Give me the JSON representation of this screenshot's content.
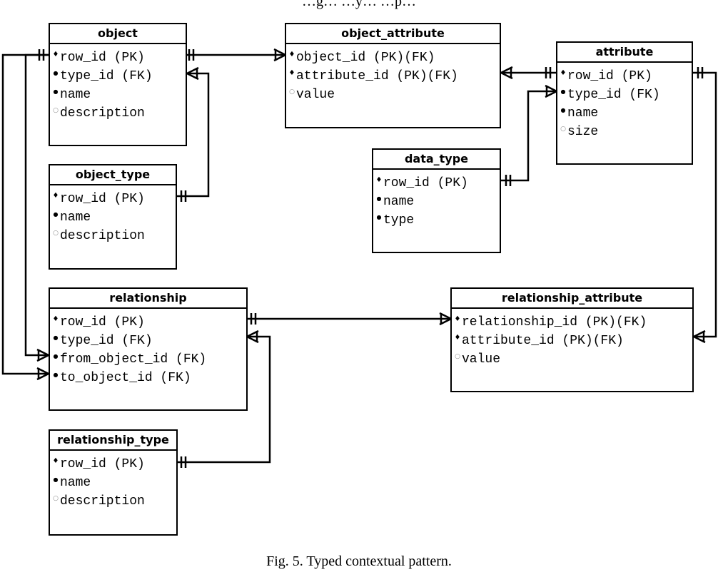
{
  "top_text": "…g… …y… …p…",
  "caption": "Fig. 5. Typed contextual pattern.",
  "markers": {
    "pk": "♦",
    "required": "●",
    "optional": "○"
  },
  "entities": [
    {
      "id": "object",
      "name": "object",
      "fields": [
        {
          "text": "row_id (PK)",
          "kind": "pk"
        },
        {
          "text": "type_id (FK)",
          "kind": "required"
        },
        {
          "text": "name",
          "kind": "required"
        },
        {
          "text": "description",
          "kind": "optional"
        }
      ]
    },
    {
      "id": "object_type",
      "name": "object_type",
      "fields": [
        {
          "text": "row_id (PK)",
          "kind": "pk"
        },
        {
          "text": "name",
          "kind": "required"
        },
        {
          "text": "description",
          "kind": "optional"
        }
      ]
    },
    {
      "id": "object_attribute",
      "name": "object_attribute",
      "fields": [
        {
          "text": "object_id (PK)(FK)",
          "kind": "pk"
        },
        {
          "text": "attribute_id (PK)(FK)",
          "kind": "pk"
        },
        {
          "text": "value",
          "kind": "optional"
        }
      ]
    },
    {
      "id": "attribute",
      "name": "attribute",
      "fields": [
        {
          "text": "row_id (PK)",
          "kind": "pk"
        },
        {
          "text": "type_id (FK)",
          "kind": "required"
        },
        {
          "text": "name",
          "kind": "required"
        },
        {
          "text": "size",
          "kind": "optional"
        }
      ]
    },
    {
      "id": "data_type",
      "name": "data_type",
      "fields": [
        {
          "text": "row_id (PK)",
          "kind": "pk"
        },
        {
          "text": "name",
          "kind": "required"
        },
        {
          "text": "type",
          "kind": "required"
        }
      ]
    },
    {
      "id": "relationship",
      "name": "relationship",
      "fields": [
        {
          "text": "row_id (PK)",
          "kind": "pk"
        },
        {
          "text": "type_id (FK)",
          "kind": "required"
        },
        {
          "text": "from_object_id (FK)",
          "kind": "required"
        },
        {
          "text": "to_object_id (FK)",
          "kind": "required"
        }
      ]
    },
    {
      "id": "relationship_attribute",
      "name": "relationship_attribute",
      "fields": [
        {
          "text": "relationship_id (PK)(FK)",
          "kind": "pk"
        },
        {
          "text": "attribute_id (PK)(FK)",
          "kind": "pk"
        },
        {
          "text": "value",
          "kind": "optional"
        }
      ]
    },
    {
      "id": "relationship_type",
      "name": "relationship_type",
      "fields": [
        {
          "text": "row_id (PK)",
          "kind": "pk"
        },
        {
          "text": "name",
          "kind": "required"
        },
        {
          "text": "description",
          "kind": "optional"
        }
      ]
    }
  ],
  "relations": [
    {
      "from": "object",
      "to": "object_attribute",
      "cardinality": "one-to-many"
    },
    {
      "from": "object_type",
      "to": "object",
      "cardinality": "one-to-many"
    },
    {
      "from": "attribute",
      "to": "object_attribute",
      "cardinality": "one-to-many"
    },
    {
      "from": "data_type",
      "to": "attribute",
      "cardinality": "one-to-many"
    },
    {
      "from": "object",
      "to": "relationship",
      "cardinality": "one-to-many"
    },
    {
      "from": "object",
      "to": "relationship",
      "cardinality": "one-to-many"
    },
    {
      "from": "relationship",
      "to": "relationship_attribute",
      "cardinality": "one-to-many"
    },
    {
      "from": "attribute",
      "to": "relationship_attribute",
      "cardinality": "one-to-many"
    },
    {
      "from": "relationship_type",
      "to": "relationship",
      "cardinality": "one-to-many"
    }
  ]
}
